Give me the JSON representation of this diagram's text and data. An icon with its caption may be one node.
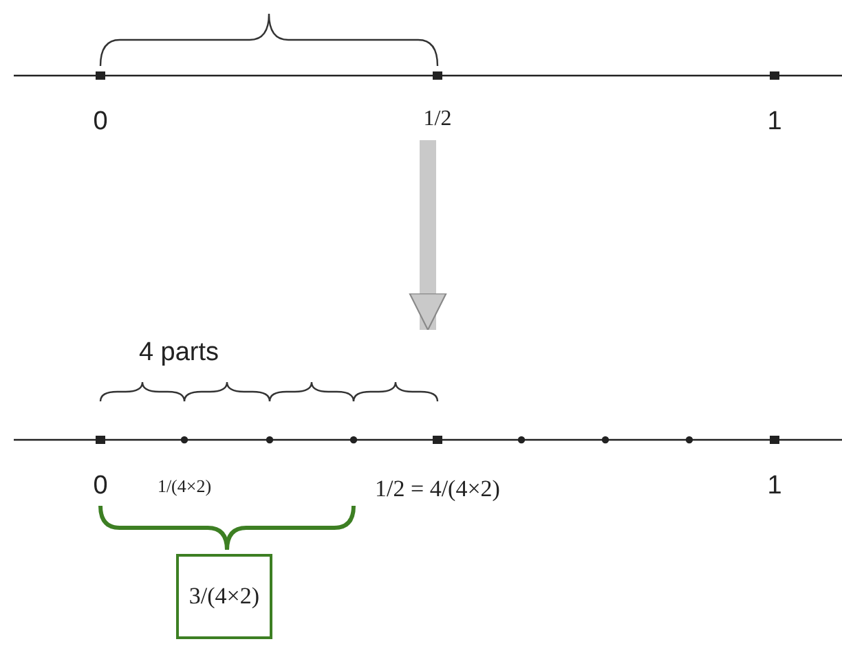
{
  "diagram": {
    "nodes": [
      {
        "text": [],
        "shape": "picture",
        "beside": [
          "0",
          "1/2",
          "1"
        ]
      },
      {
        "text": [],
        "shape": "picture",
        "beside": [
          "4 parts",
          "0",
          "1/(4×2)",
          "1/2 = 4/(4×2)",
          "1"
        ]
      },
      {
        "text": [
          "3/(4×2)"
        ]
      }
    ],
    "edges": [
      {
        "from": 0,
        "to": 1,
        "arrow": "to"
      }
    ]
  }
}
